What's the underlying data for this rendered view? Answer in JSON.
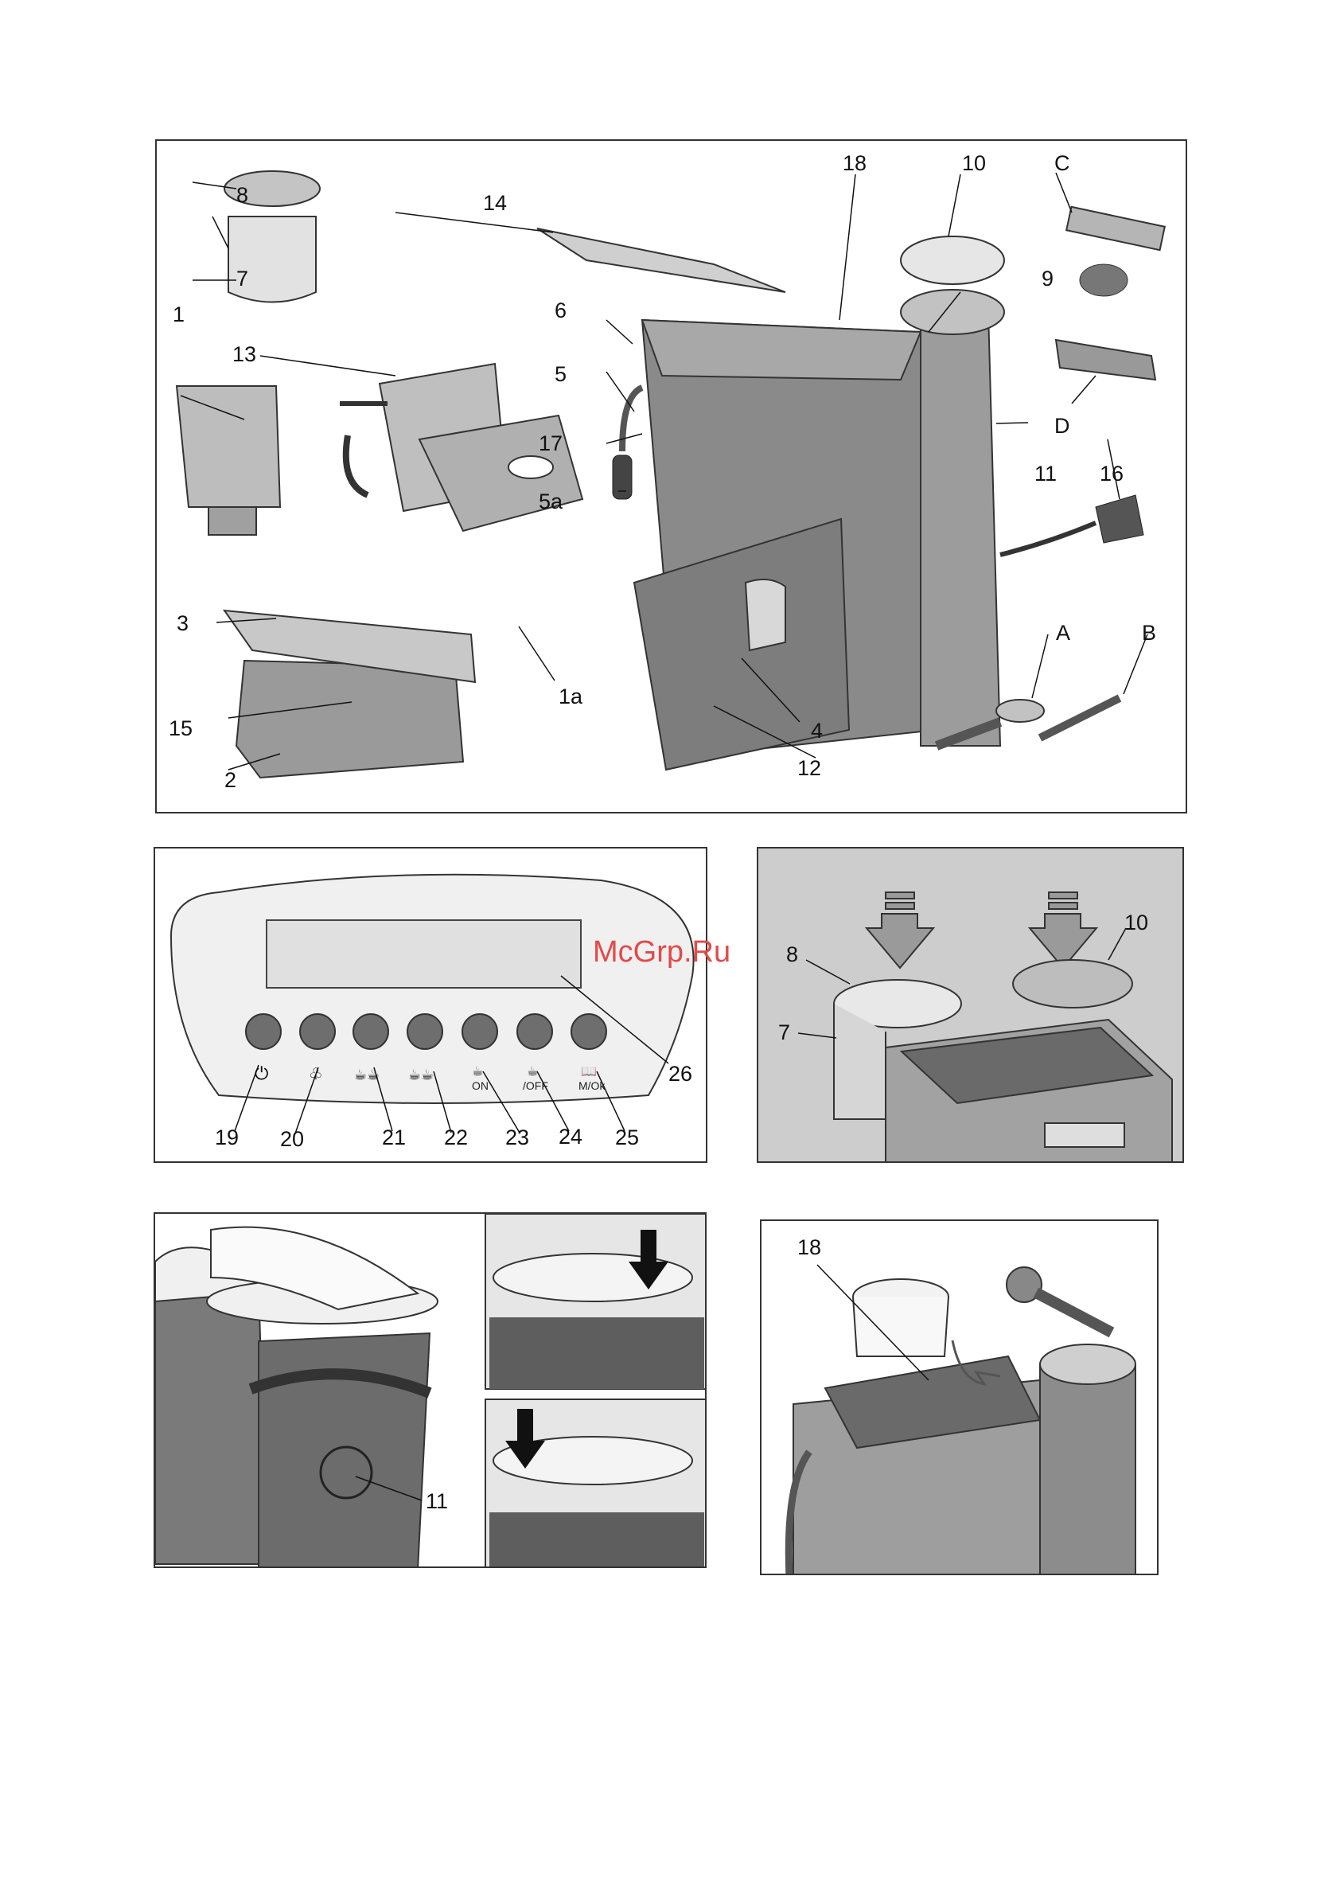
{
  "overview": {
    "labels": {
      "l1": "1",
      "l1a": "1a",
      "l2": "2",
      "l3": "3",
      "l4": "4",
      "l5": "5",
      "l5a": "5a",
      "l6": "6",
      "l7": "7",
      "l8": "8",
      "l9": "9",
      "l10": "10",
      "l11": "11",
      "l12": "12",
      "l13": "13",
      "l14": "14",
      "l15": "15",
      "l16": "16",
      "l17": "17",
      "l18": "18",
      "lA": "A",
      "lB": "B",
      "lC": "C",
      "lD": "D"
    }
  },
  "control_panel": {
    "labels": [
      "19",
      "20",
      "21",
      "22",
      "23",
      "24",
      "25"
    ],
    "display_label": "26",
    "button_symbols": {
      "b23": "ON",
      "b24": "/OFF",
      "b25": "M/Ok"
    }
  },
  "watermark": "McGrp.Ru",
  "fill_beans": {
    "l8": "8",
    "l7": "7",
    "l10": "10"
  },
  "grinder_adjust": {
    "l11": "11"
  },
  "powder_fill": {
    "l18": "18"
  },
  "colors": {
    "machine_gray": "#8a8a8a",
    "light_gray": "#d6d6d6",
    "dark_gray": "#4a4a4a",
    "panel_bg": "#e8e8e8",
    "watermark": "#e24a4a"
  }
}
